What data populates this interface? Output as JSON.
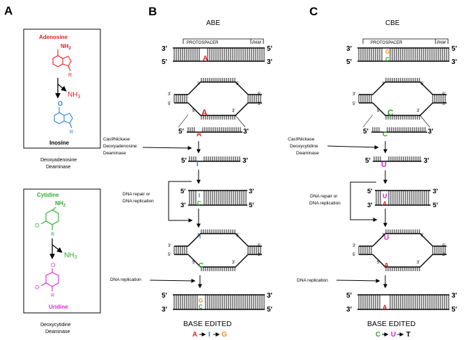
{
  "panel_labels": {
    "a": "A",
    "b": "B",
    "c": "C"
  },
  "colors": {
    "adenosine": "#e02020",
    "inosine": "#2a7fd4",
    "guanine": "#f08a1c",
    "cytidine": "#2fa82f",
    "uridine": "#d22ad2",
    "ink": "#000000"
  },
  "panel_a": {
    "adenosine_label": "Adenosine",
    "adenosine_nh2": "NH",
    "adenosine_nh2_sub": "2",
    "nh3_product": "NH",
    "nh3_sub": "3",
    "inosine_label": "Inosine",
    "r_group": "R",
    "enzyme1_line1": "Deoxyadenosine",
    "enzyme1_line2": "Deaminase",
    "cytidine_label": "Cytidine",
    "cytidine_nh2": "NH",
    "cytidine_nh2_sub": "2",
    "uridine_label": "Uridine",
    "enzyme2_line1": "Deoxycytidine",
    "enzyme2_line2": "Deaminase"
  },
  "panel_b": {
    "title": "ABE",
    "protospacer": "PROTOSPACER",
    "pam": "PAM",
    "prime3": "3'",
    "prime5": "5'",
    "base_a": "A",
    "base_i": "I",
    "base_c": "C",
    "base_g": "G",
    "step1_line1": "Cas9",
    "step1_line1b": "Nickase",
    "step1_line2": "Deoxyadenosine",
    "step1_line3": "Deaminase",
    "repair_line1": "DNA repair  or",
    "repair_line2": "DNA replication",
    "replication": "DNA replication",
    "result_title": "BASE EDITED",
    "result_seq": [
      "A",
      "I",
      "G"
    ]
  },
  "panel_c": {
    "title": "CBE",
    "protospacer": "PROTOSPACER",
    "pam": "PAM",
    "base_c": "C",
    "base_g": "G",
    "base_u": "U",
    "base_a": "A",
    "step1_line1": "Cas9",
    "step1_line1b": "Nickase",
    "step1_line2": "Deoxycytidine",
    "step1_line3": "Deaminase",
    "repair_line1": "DNA repair  or",
    "repair_line2": "DNA replication",
    "replication": "DNA replication",
    "result_title": "BASE EDITED",
    "result_seq": [
      "C",
      "U",
      "T"
    ]
  }
}
